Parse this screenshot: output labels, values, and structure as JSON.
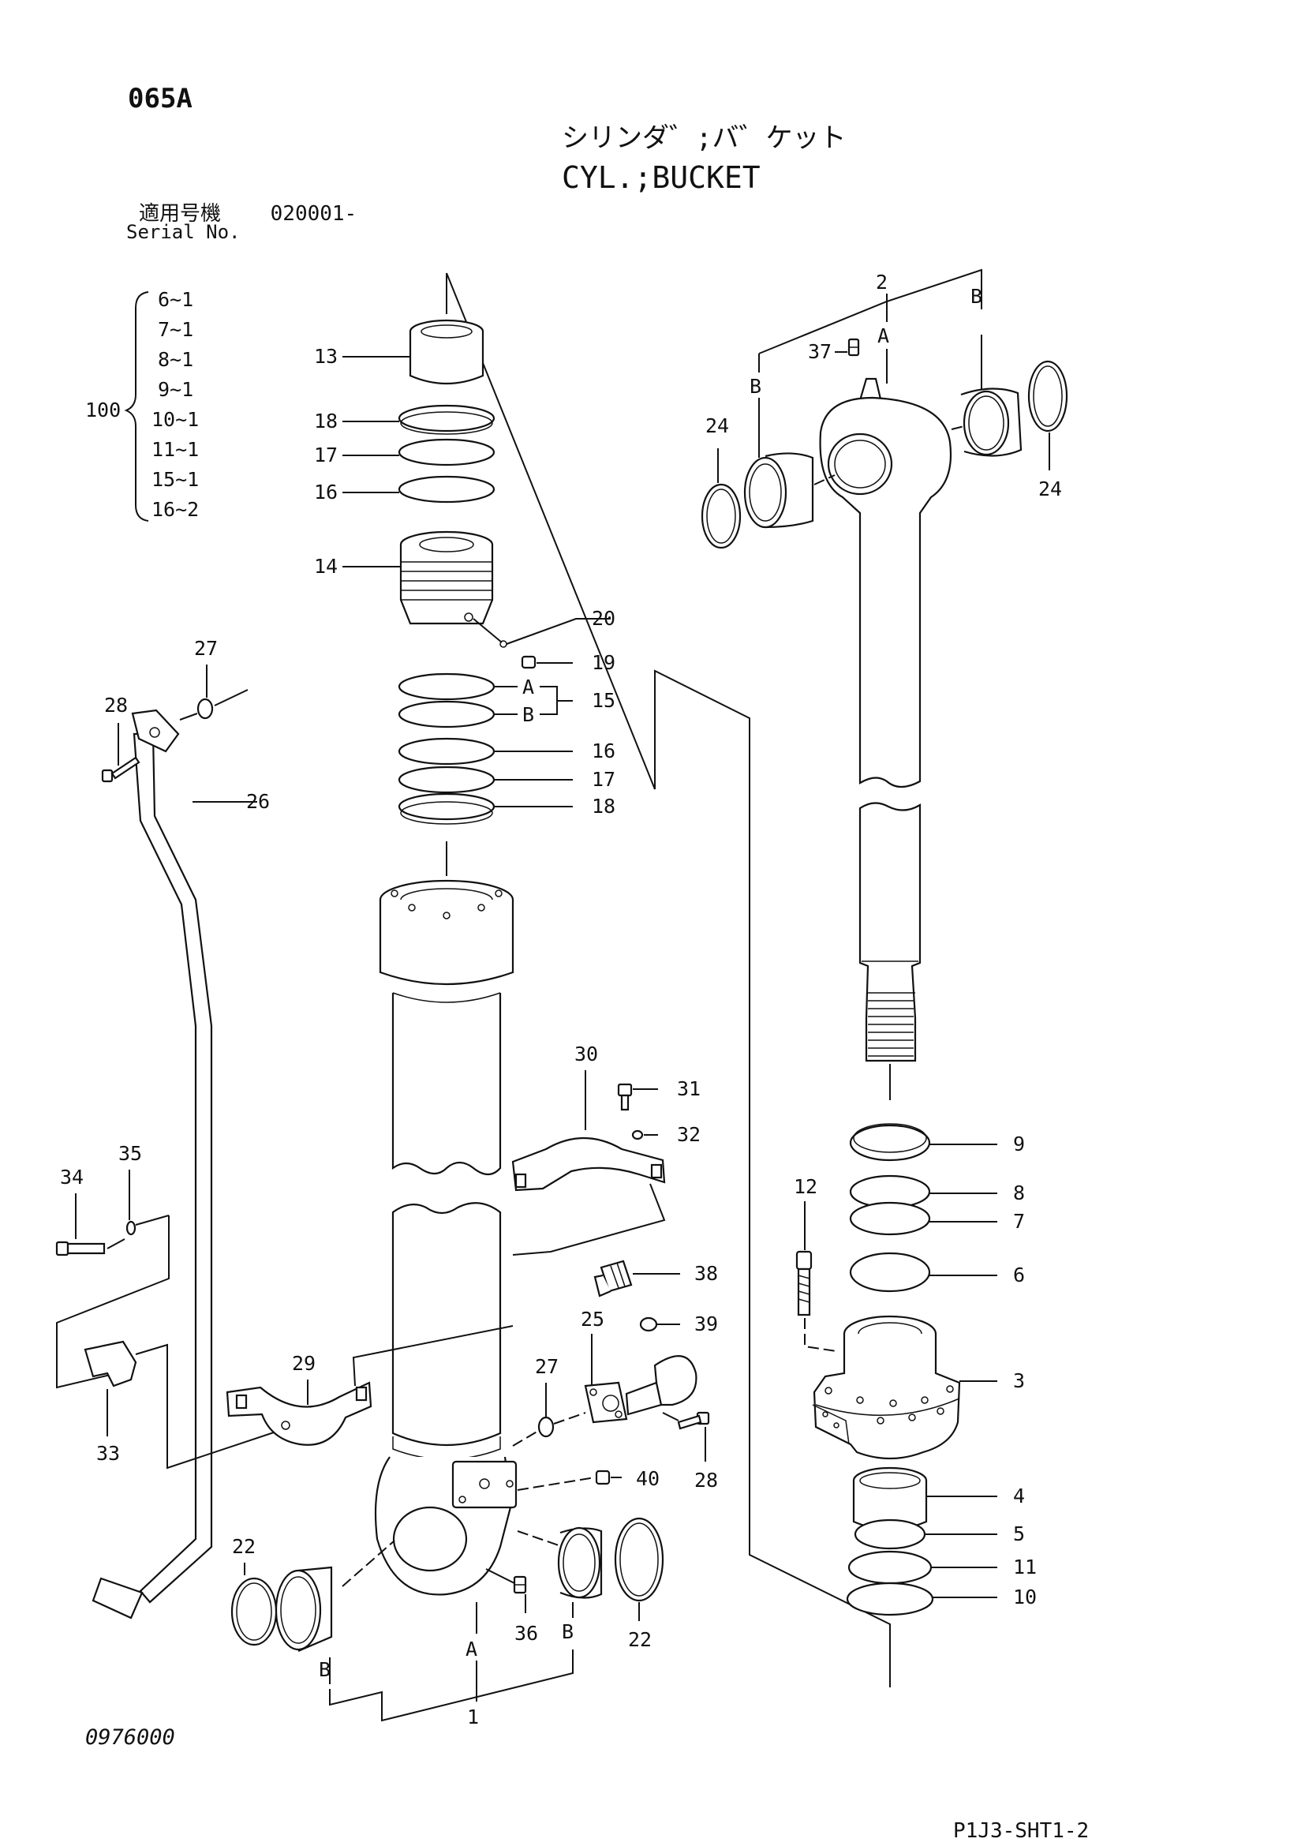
{
  "header": {
    "page_code": "065A",
    "title_jp": "シリンダ゛;バ゛ケット",
    "title_en": "CYL.;BUCKET",
    "serial_label_jp": "適用号機",
    "serial_value": "020001-",
    "serial_label_en": "Serial No."
  },
  "footer": {
    "doc_number": "0976000",
    "sheet_code": "P1J3-SHT1-2"
  },
  "kit": {
    "number": "100",
    "items": [
      "6~1",
      "7~1",
      "8~1",
      "9~1",
      "10~1",
      "11~1",
      "15~1",
      "16~2"
    ]
  },
  "callouts": {
    "c1": "1",
    "c2": "2",
    "c3": "3",
    "c4": "4",
    "c5": "5",
    "c6": "6",
    "c7": "7",
    "c8": "8",
    "c9": "9",
    "c10": "10",
    "c11": "11",
    "c12": "12",
    "c13": "13",
    "c14": "14",
    "c15": "15",
    "c16a": "16",
    "c16b": "16",
    "c17a": "17",
    "c17b": "17",
    "c18a": "18",
    "c18b": "18",
    "c19": "19",
    "c20": "20",
    "c22a": "22",
    "c22b": "22",
    "c24a": "24",
    "c24b": "24",
    "c25": "25",
    "c26": "26",
    "c27a": "27",
    "c27b": "27",
    "c28a": "28",
    "c28b": "28",
    "c29": "29",
    "c30": "30",
    "c31": "31",
    "c32": "32",
    "c33": "33",
    "c34": "34",
    "c35": "35",
    "c36": "36",
    "c37": "37",
    "c38": "38",
    "c39": "39",
    "c40": "40",
    "letter_a1": "A",
    "letter_a2": "A",
    "letter_a3": "A",
    "letter_b1": "B",
    "letter_b2": "B",
    "letter_b3": "B",
    "letter_b4": "B",
    "letter_b5": "B"
  }
}
